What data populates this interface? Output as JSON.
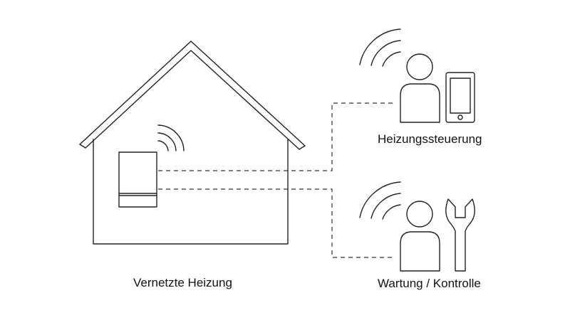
{
  "labels": {
    "house": "Vernetzte Heizung",
    "control": "Heizungssteuerung",
    "service": "Wartung / Kontrolle"
  },
  "icons": {
    "house": "house-icon",
    "boiler": "heating-boiler-icon",
    "wifi": "wireless-signal-icon",
    "person": "person-icon",
    "phone": "smartphone-icon",
    "wrench": "wrench-icon"
  },
  "colors": {
    "line": "#222222",
    "background": "#ffffff"
  }
}
